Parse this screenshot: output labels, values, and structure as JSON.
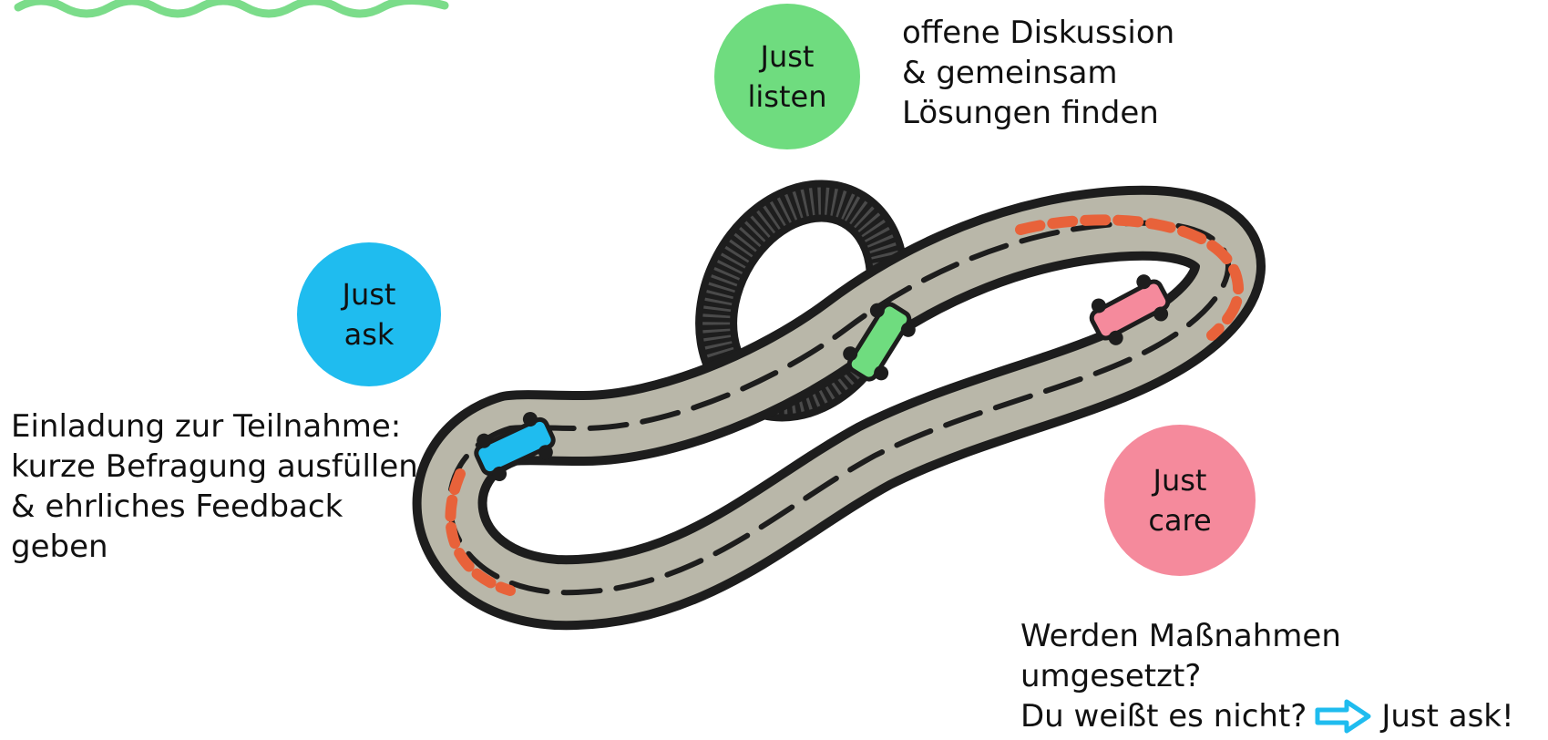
{
  "colors": {
    "listen": "#6fdc7f",
    "ask": "#1fbcef",
    "care": "#f58a9c",
    "track_dark": "#1d1d1d",
    "track_light": "#b9b7a9",
    "curb": "#e8623a",
    "squiggle": "#7bdc8a"
  },
  "circles": {
    "listen": {
      "line1": "Just",
      "line2": "listen"
    },
    "ask": {
      "line1": "Just",
      "line2": "ask"
    },
    "care": {
      "line1": "Just",
      "line2": "care"
    }
  },
  "texts": {
    "listen": [
      "offene Diskussion",
      "& gemeinsam",
      "Lösungen finden"
    ],
    "ask": [
      "Einladung zur Teilnahme:",
      "kurze Befragung ausfüllen",
      "& ehrliches Feedback",
      "geben"
    ],
    "care": [
      "Werden Maßnahmen",
      "umgesetzt?"
    ],
    "care_last_prefix": "Du weißt es nicht?",
    "care_last_suffix": "Just ask!"
  },
  "icons": {
    "arrow": "arrow-right-icon",
    "track": "race-track-icon",
    "cars": [
      "car-blue-icon",
      "car-green-icon",
      "car-pink-icon"
    ]
  }
}
